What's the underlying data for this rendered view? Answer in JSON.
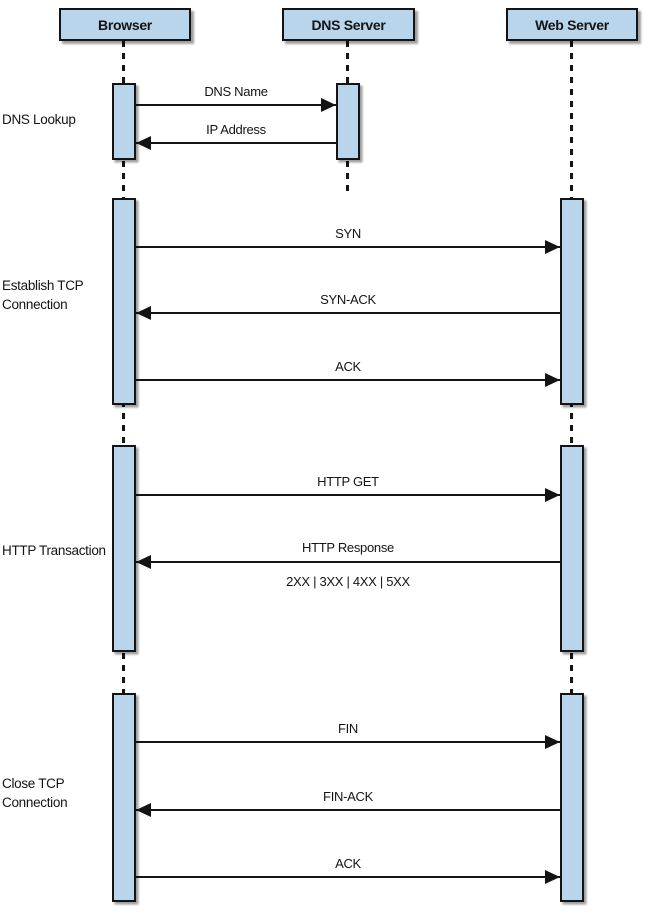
{
  "diagram": {
    "type": "sequence-diagram",
    "actors": [
      {
        "id": "browser",
        "label": "Browser"
      },
      {
        "id": "dns-server",
        "label": "DNS Server"
      },
      {
        "id": "web-server",
        "label": "Web Server"
      }
    ],
    "phases": [
      {
        "label": "DNS Lookup"
      },
      {
        "label": "Establish TCP\nConnection"
      },
      {
        "label": "HTTP Transaction"
      },
      {
        "label": "Close TCP\nConnection"
      }
    ],
    "messages": [
      {
        "label": "DNS Name",
        "from": "Browser",
        "to": "DNS Server",
        "direction": "right"
      },
      {
        "label": "IP Address",
        "from": "DNS Server",
        "to": "Browser",
        "direction": "left"
      },
      {
        "label": "SYN",
        "from": "Browser",
        "to": "Web Server",
        "direction": "right"
      },
      {
        "label": "SYN-ACK",
        "from": "Web Server",
        "to": "Browser",
        "direction": "left"
      },
      {
        "label": "ACK",
        "from": "Browser",
        "to": "Web Server",
        "direction": "right"
      },
      {
        "label": "HTTP GET",
        "from": "Browser",
        "to": "Web Server",
        "direction": "right"
      },
      {
        "label": "HTTP Response",
        "sublabel": "2XX | 3XX | 4XX | 5XX",
        "from": "Web Server",
        "to": "Browser",
        "direction": "left"
      },
      {
        "label": "FIN",
        "from": "Browser",
        "to": "Web Server",
        "direction": "right"
      },
      {
        "label": "FIN-ACK",
        "from": "Web Server",
        "to": "Browser",
        "direction": "left"
      },
      {
        "label": "ACK",
        "from": "Browser",
        "to": "Web Server",
        "direction": "right"
      }
    ],
    "colors": {
      "actor_fill": "#b8d5ec",
      "line": "#141414",
      "background": "#ffffff"
    }
  }
}
